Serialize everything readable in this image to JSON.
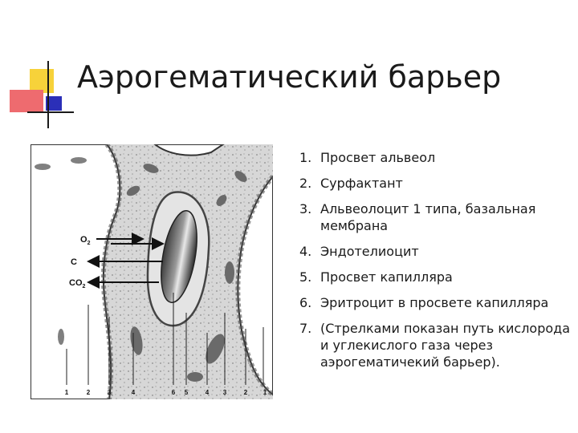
{
  "slide": {
    "title": "Аэрогематический барьер",
    "figure": {
      "labels": {
        "o2": "O",
        "o2_sub": "2",
        "c": "C",
        "co2": "CO",
        "co2_sub": "2",
        "bottom_numbers": [
          "1",
          "2",
          "3",
          "4",
          "6",
          "5",
          "4",
          "3",
          "2",
          "1"
        ]
      }
    },
    "legend": [
      {
        "num": "1.",
        "text": "Просвет альвеол"
      },
      {
        "num": "2.",
        "text": "Сурфактант"
      },
      {
        "num": "3.",
        "text": "Альвеолоцит 1 типа, базальная мембрана"
      },
      {
        "num": "4.",
        "text": "Эндотелиоцит"
      },
      {
        "num": "5.",
        "text": "Просвет капилляра"
      },
      {
        "num": "6.",
        "text": "Эритроцит в просвете капилляра"
      },
      {
        "num": "7.",
        "text": "(Стрелками показан путь кислорода и углекислого газа через аэрогематичекий барьер)."
      }
    ],
    "colors": {
      "title_red": "#ee6b6f",
      "title_yellow": "#f7d23a",
      "title_blue": "#2b2fb8"
    }
  }
}
